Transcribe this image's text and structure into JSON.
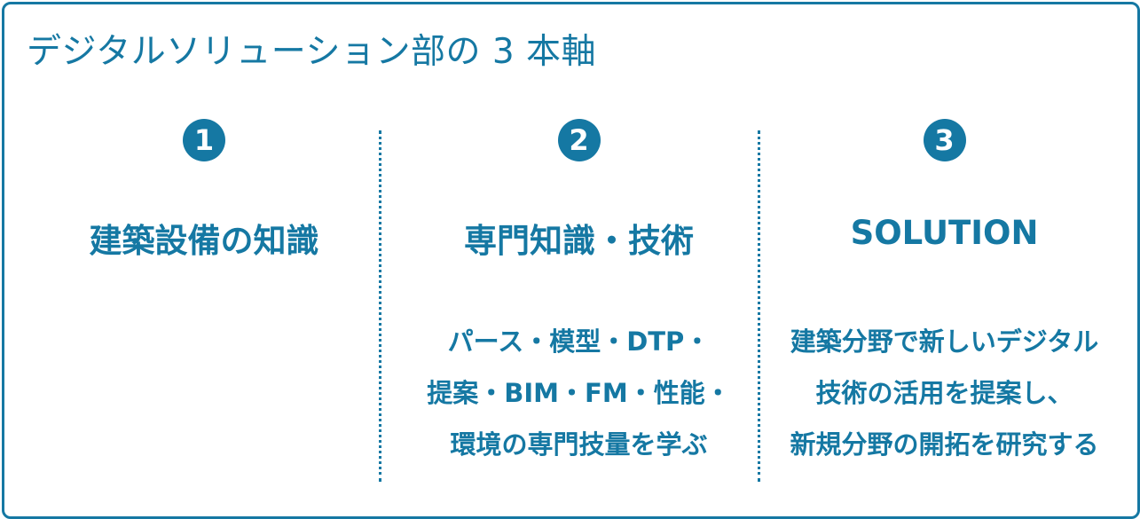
{
  "title": "デジタルソリューション部の 3 本軸",
  "colors": {
    "accent": "#1578a3",
    "background": "#ffffff"
  },
  "columns": [
    {
      "number": "1",
      "heading": "建築設備の知識",
      "lines": []
    },
    {
      "number": "2",
      "heading": "専門知識・技術",
      "lines": [
        "パース・模型・DTP・",
        "提案・BIM・FM・性能・",
        "環境の専門技量を学ぶ"
      ]
    },
    {
      "number": "3",
      "heading": "SOLUTION",
      "lines": [
        "建築分野で新しいデジタル",
        "技術の活用を提案し、",
        "新規分野の開拓を研究する"
      ]
    }
  ]
}
